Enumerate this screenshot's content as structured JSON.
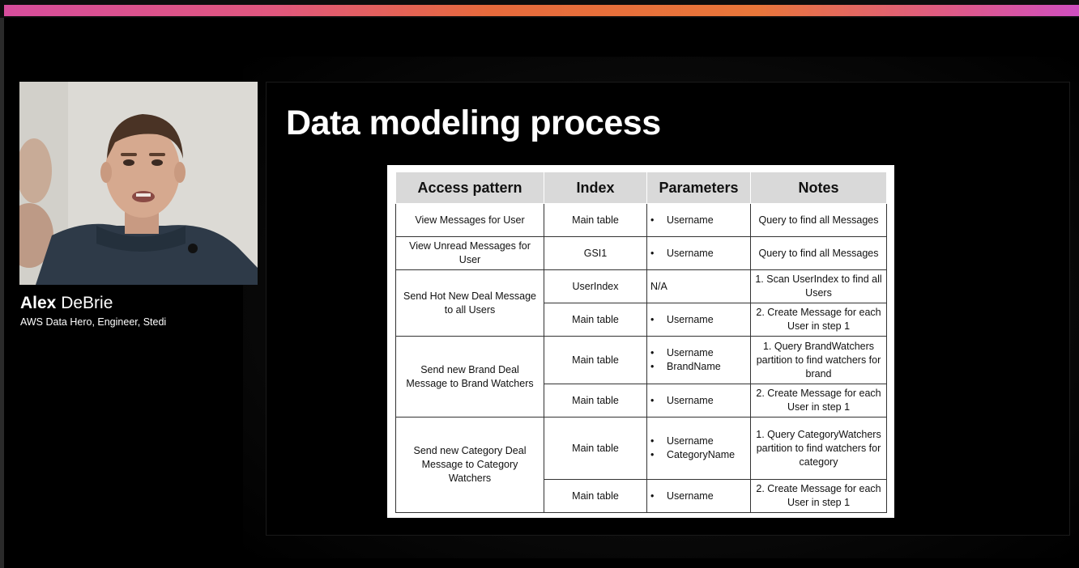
{
  "speaker": {
    "first_name": "Alex",
    "last_name": "DeBrie",
    "title": "AWS Data Hero, Engineer, Stedi"
  },
  "slide": {
    "title": "Data modeling process",
    "table": {
      "headers": [
        "Access pattern",
        "Index",
        "Parameters",
        "Notes"
      ],
      "groups": [
        {
          "access_pattern": "View Messages for User",
          "rows": [
            {
              "index": "Main table",
              "params": [
                "Username"
              ],
              "notes": "Query to find all Messages"
            }
          ]
        },
        {
          "access_pattern": "View Unread Messages for User",
          "rows": [
            {
              "index": "GSI1",
              "params": [
                "Username"
              ],
              "notes": "Query to find all Messages"
            }
          ]
        },
        {
          "access_pattern": "Send Hot New Deal Message to all Users",
          "rows": [
            {
              "index": "UserIndex",
              "params_text": "N/A",
              "notes": "1. Scan UserIndex to find all Users"
            },
            {
              "index": "Main table",
              "params": [
                "Username"
              ],
              "notes": "2. Create Message for each User in step 1"
            }
          ]
        },
        {
          "access_pattern": "Send new Brand Deal Message to Brand Watchers",
          "rows": [
            {
              "index": "Main table",
              "params": [
                "Username",
                "BrandName"
              ],
              "notes": "1. Query BrandWatchers partition to find watchers for brand"
            },
            {
              "index": "Main table",
              "params": [
                "Username"
              ],
              "notes": "2. Create Message for each User in step 1"
            }
          ]
        },
        {
          "access_pattern": "Send new Category Deal Message to Category Watchers",
          "rows": [
            {
              "index": "Main table",
              "params": [
                "Username",
                "CategoryName"
              ],
              "notes": "1. Query CategoryWatchers partition to find watchers for category"
            },
            {
              "index": "Main table",
              "params": [
                "Username"
              ],
              "notes": "2. Create Message for each User in step 1"
            }
          ]
        }
      ]
    }
  },
  "colors": {
    "accent_stripe_start": "#d64d9c",
    "accent_stripe_mid": "#e8763a",
    "accent_stripe_end": "#d04fc0",
    "header_fill": "#d9d9d9"
  }
}
